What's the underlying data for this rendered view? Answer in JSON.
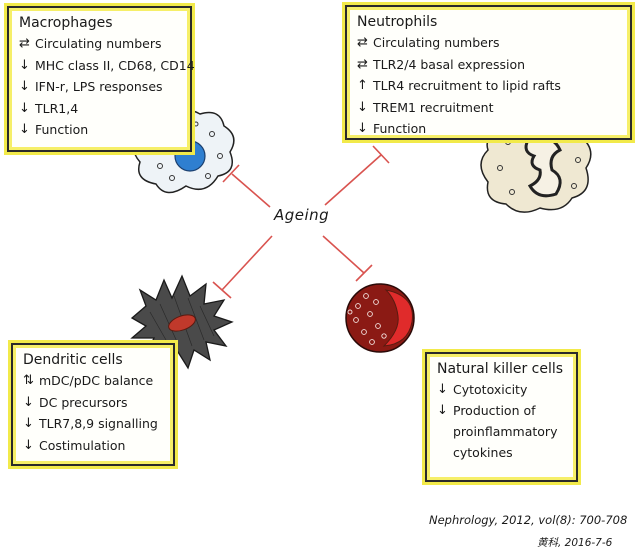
{
  "center_label": "Ageing",
  "colors": {
    "highlighter": "#f2ea4a",
    "inhibit_line": "#d9534f",
    "macrophage_nucleus": "#2f7fd0",
    "nk_cell": "#8b1a14",
    "nk_granule": "#e02b2b",
    "dendritic_nucleus": "#c0392b"
  },
  "boxes": {
    "macrophages": {
      "title": "Macrophages",
      "items": [
        {
          "icon": "bidirectional-arrows-icon",
          "symbol": "⇄",
          "text": "Circulating numbers"
        },
        {
          "icon": "down-arrow-icon",
          "symbol": "↓",
          "text": "MHC class II, CD68, CD14"
        },
        {
          "icon": "down-arrow-icon",
          "symbol": "↓",
          "text": "IFN-r, LPS responses"
        },
        {
          "icon": "down-arrow-icon",
          "symbol": "↓",
          "text": "TLR1,4"
        },
        {
          "icon": "down-arrow-icon",
          "symbol": "↓",
          "text": "Function"
        }
      ]
    },
    "neutrophils": {
      "title": "Neutrophils",
      "items": [
        {
          "icon": "bidirectional-arrows-icon",
          "symbol": "⇄",
          "text": "Circulating numbers"
        },
        {
          "icon": "bidirectional-arrows-icon",
          "symbol": "⇄",
          "text": "TLR2/4 basal expression"
        },
        {
          "icon": "up-arrow-icon",
          "symbol": "↑",
          "text": "TLR4 recruitment to lipid rafts"
        },
        {
          "icon": "down-arrow-icon",
          "symbol": "↓",
          "text": "TREM1 recruitment"
        },
        {
          "icon": "down-arrow-icon",
          "symbol": "↓",
          "text": "Function"
        }
      ]
    },
    "dendritic": {
      "title": "Dendritic cells",
      "items": [
        {
          "icon": "up-down-arrows-icon",
          "symbol": "⇅",
          "text": "mDC/pDC balance"
        },
        {
          "icon": "down-arrow-icon",
          "symbol": "↓",
          "text": "DC precursors"
        },
        {
          "icon": "down-arrow-icon",
          "symbol": "↓",
          "text": "TLR7,8,9 signalling"
        },
        {
          "icon": "down-arrow-icon",
          "symbol": "↓",
          "text": "Costimulation"
        }
      ]
    },
    "nk": {
      "title": "Natural killer cells",
      "items": [
        {
          "icon": "down-arrow-icon",
          "symbol": "↓",
          "text": "Cytotoxicity"
        },
        {
          "icon": "down-arrow-icon",
          "symbol": "↓",
          "text": "Production of"
        }
      ],
      "continuation": [
        "proinflammatory",
        "cytokines"
      ]
    }
  },
  "citation": "Nephrology, 2012, vol(8): 700-708",
  "signature": "黄科, 2016-7-6"
}
